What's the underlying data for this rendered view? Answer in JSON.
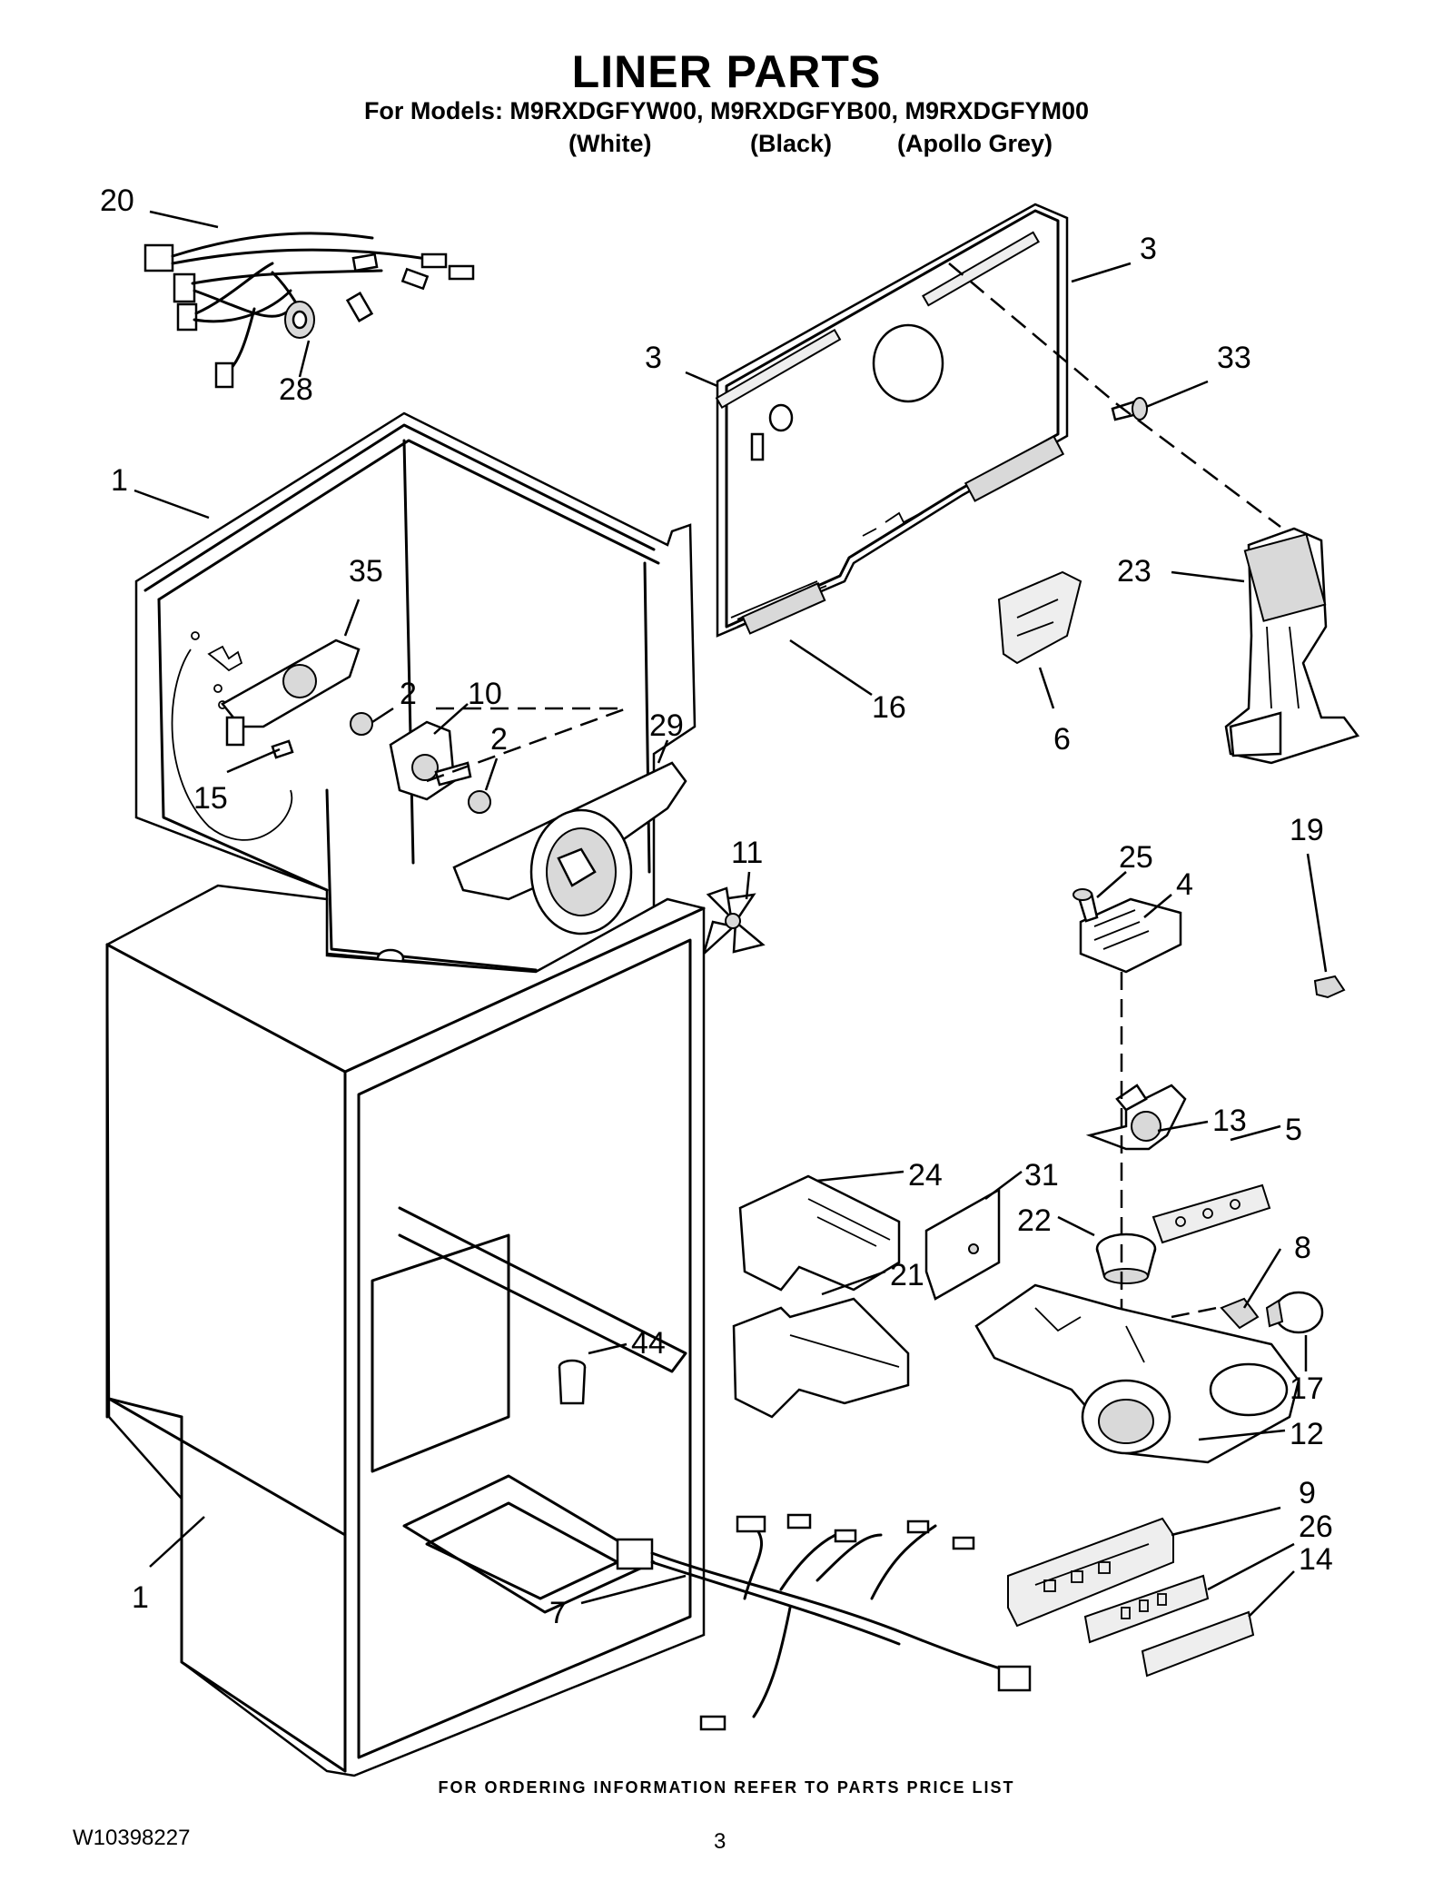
{
  "header": {
    "title": "LINER PARTS",
    "models_line": "For Models: M9RXDGFYW00, M9RXDGFYB00, M9RXDGFYM00",
    "colors": [
      "(White)",
      "(Black)",
      "(Apollo Grey)"
    ]
  },
  "callouts": {
    "c20": "20",
    "c28": "28",
    "c3a": "3",
    "c3b": "3",
    "c33": "33",
    "c1a": "1",
    "c35": "35",
    "c2a": "2",
    "c10": "10",
    "c2b": "2",
    "c29": "29",
    "c15": "15",
    "c16": "16",
    "c6": "6",
    "c23": "23",
    "c11": "11",
    "c19": "19",
    "c25": "25",
    "c4": "4",
    "c13": "13",
    "c5": "5",
    "c24": "24",
    "c31": "31",
    "c22": "22",
    "c8": "8",
    "c21": "21",
    "c44": "44",
    "c17": "17",
    "c12": "12",
    "c9": "9",
    "c26": "26",
    "c14": "14",
    "c1b": "1",
    "c7": "7"
  },
  "footer": {
    "ordering_note": "FOR ORDERING INFORMATION REFER TO PARTS PRICE LIST",
    "document_number": "W10398227",
    "page_number": "3"
  }
}
